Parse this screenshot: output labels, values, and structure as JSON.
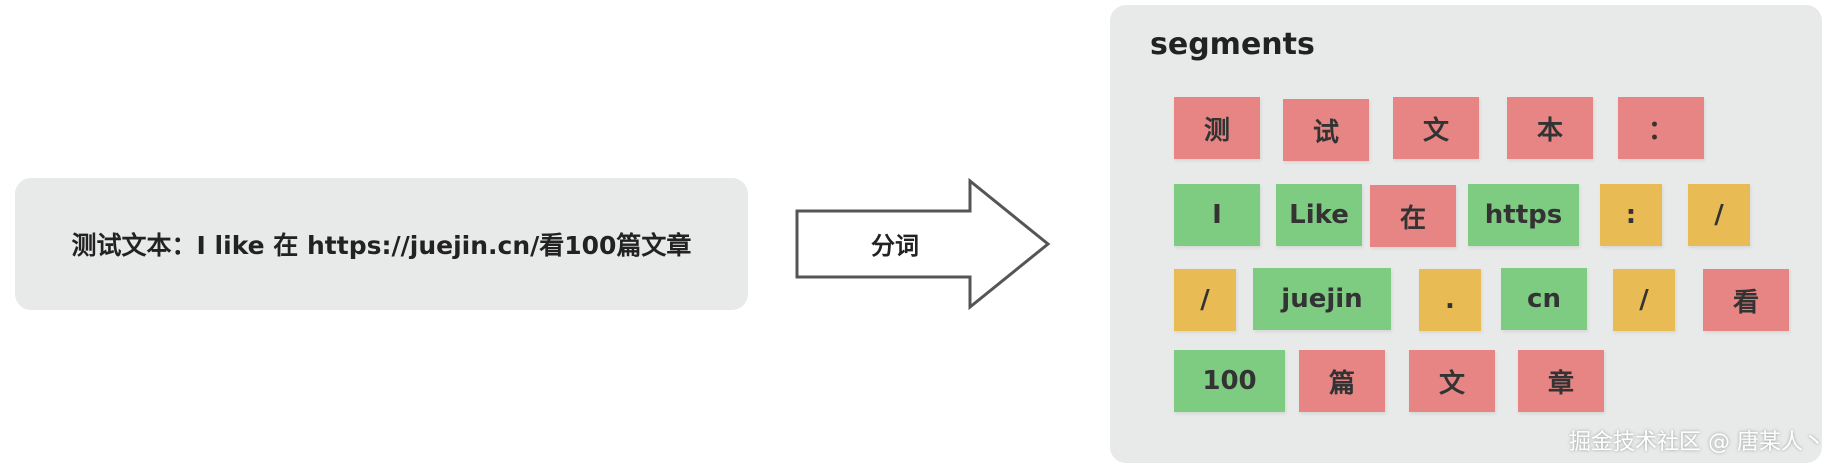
{
  "input": {
    "text": "测试文本：I like 在 https://juejin.cn/看100篇文章"
  },
  "arrow": {
    "label": "分词"
  },
  "panel": {
    "title": "segments"
  },
  "segments": [
    {
      "text": "测",
      "color": "#e78585"
    },
    {
      "text": "试",
      "color": "#e78585"
    },
    {
      "text": "文",
      "color": "#e78585"
    },
    {
      "text": "本",
      "color": "#e78585"
    },
    {
      "text": "：",
      "color": "#e78585"
    },
    {
      "text": "I",
      "color": "#7ecb82"
    },
    {
      "text": "Like",
      "color": "#7ecb82"
    },
    {
      "text": "在",
      "color": "#e78585"
    },
    {
      "text": "https",
      "color": "#7ecb82"
    },
    {
      "text": ":",
      "color": "#e8bb55"
    },
    {
      "text": "/",
      "color": "#e8bb55"
    },
    {
      "text": "/",
      "color": "#e8bb55"
    },
    {
      "text": "juejin",
      "color": "#7ecb82"
    },
    {
      "text": ".",
      "color": "#e8bb55"
    },
    {
      "text": "cn",
      "color": "#7ecb82"
    },
    {
      "text": "/",
      "color": "#e8bb55"
    },
    {
      "text": "看",
      "color": "#e78585"
    },
    {
      "text": "100",
      "color": "#7ecb82"
    },
    {
      "text": "篇",
      "color": "#e78585"
    },
    {
      "text": "文",
      "color": "#e78585"
    },
    {
      "text": "章",
      "color": "#e78585"
    }
  ],
  "watermark": "掘金技术社区 @ 唐某人丶"
}
